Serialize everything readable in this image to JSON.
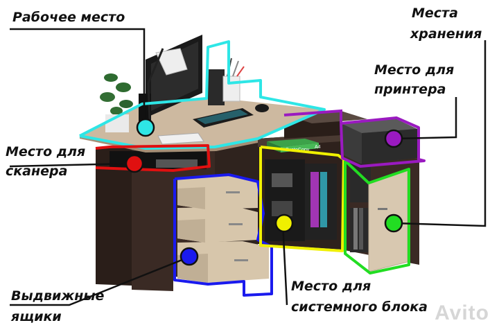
{
  "labels": {
    "workplace": "Рабочее место",
    "storage_line1": "Места",
    "storage_line2": "хранения",
    "printer_line1": "Место для",
    "printer_line2": "принтера",
    "scanner_line1": "Место для",
    "scanner_line2": "сканера",
    "drawers_line1": "Выдвижные",
    "drawers_line2": "ящики",
    "pc_line1": "Место для",
    "pc_line2": "системного блока"
  },
  "box_labels": {
    "box1": "SvetoCopy",
    "box2": "A4"
  },
  "watermark": "Avito",
  "colors": {
    "workplace": "#2ee6e6",
    "scanner": "#e01010",
    "drawers": "#1a1aee",
    "pc": "#f0f000",
    "storage": "#22dd22",
    "printer": "#9a1ac0",
    "wood_dark": "#3a2a24",
    "wood_light": "#d8c8b0"
  }
}
